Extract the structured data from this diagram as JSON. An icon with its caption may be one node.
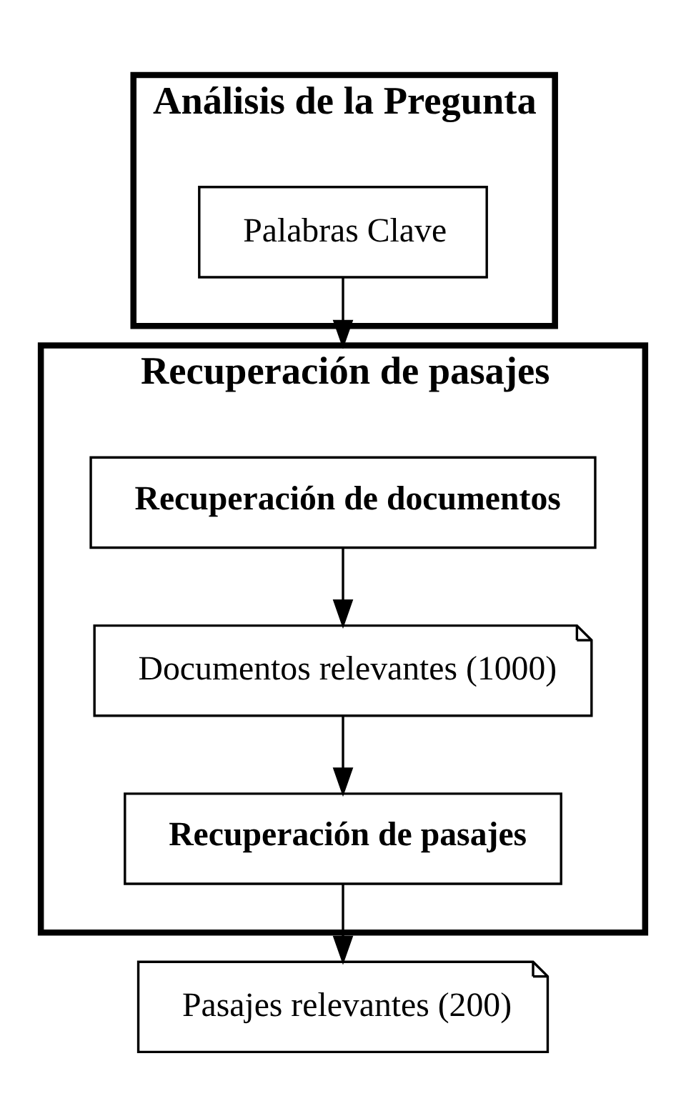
{
  "diagram": {
    "nodes": [
      {
        "text": [
          "Análisis de la Pregunta"
        ]
      },
      {
        "text": [
          "Palabras Clave"
        ],
        "in": 0
      },
      {
        "text": [
          "Recuperación de pasajes"
        ]
      },
      {
        "text": [
          "Recuperación de documentos"
        ],
        "in": 2
      },
      {
        "text": [
          "Documentos relevantes (1000)"
        ],
        "in": 2
      },
      {
        "text": [
          "Recuperación de pasajes"
        ],
        "in": 2
      },
      {
        "text": [
          "Pasajes relevantes (200)"
        ]
      }
    ],
    "edges": [
      {
        "from": 1,
        "to": 2,
        "arrow": "to"
      },
      {
        "from": 3,
        "to": 4,
        "arrow": "to"
      },
      {
        "from": 4,
        "to": 5,
        "arrow": "to"
      },
      {
        "from": 5,
        "to": 6,
        "arrow": "to"
      }
    ]
  }
}
